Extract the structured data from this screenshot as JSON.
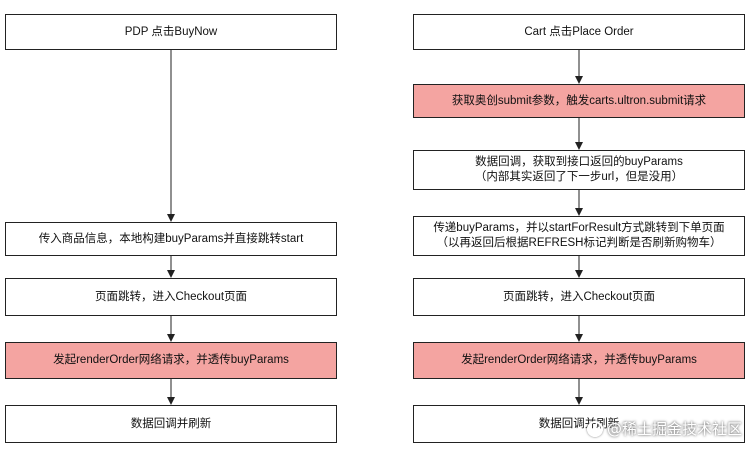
{
  "left_flow": {
    "step1": "PDP 点击BuyNow",
    "step2": "传入商品信息，本地构建buyParams并直接跳转start",
    "step3": "页面跳转，进入Checkout页面",
    "step4": "发起renderOrder网络请求，并透传buyParams",
    "step5": "数据回调并刷新"
  },
  "right_flow": {
    "step1": "Cart 点击Place Order",
    "step2": "获取奥创submit参数，触发carts.ultron.submit请求",
    "step3_line1": "数据回调，获取到接口返回的buyParams",
    "step3_line2": "（内部其实返回了下一步url，但是没用）",
    "step4_line1": "传递buyParams，并以startForResult方式跳转到下单页面",
    "step4_line2": "（以再返回后根据REFRESH标记判断是否刷新购物车）",
    "step5": "页面跳转，进入Checkout页面",
    "step6": "发起renderOrder网络请求，并透传buyParams",
    "step7": "数据回调并刷新"
  },
  "colors": {
    "highlight": "#f4a4a1",
    "border": "#222222"
  },
  "watermark": {
    "text": "@稀土掘金技术社区",
    "icon": "juejin-logo-icon"
  }
}
